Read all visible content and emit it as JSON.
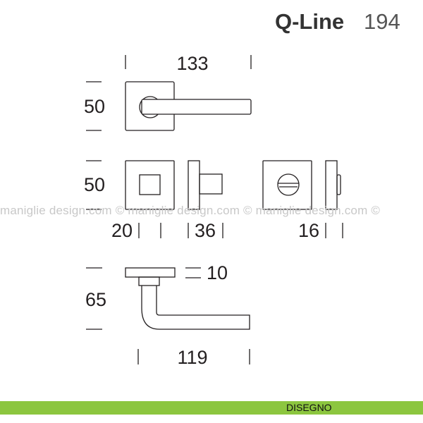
{
  "title": {
    "name": "Q-Line",
    "number": "194"
  },
  "watermark": "maniglie design.com © maniglie design.com © maniglie design.com ©",
  "dimensions": {
    "overall_width": "133",
    "rosette_height": "50",
    "escutcheon_height": "50",
    "key_rose_depth": "20",
    "knob_depth": "36",
    "wc_depth": "16",
    "projection": "65",
    "rosette_thickness": "10",
    "lever_length": "119"
  },
  "footer": {
    "label": "DISEGNO"
  },
  "colors": {
    "accent": "#8cc63f",
    "line": "#231f20"
  }
}
